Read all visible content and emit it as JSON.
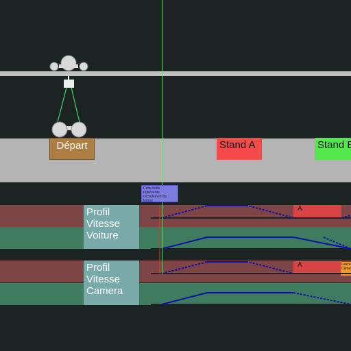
{
  "track": {
    "start_label": "Départ",
    "stand_a_label": "Stand A",
    "stand_b_label": "Stand B"
  },
  "tooltip": {
    "text": "Cette boîte représente l'écoulement du temps"
  },
  "profiles": [
    {
      "label_line1": "Profil",
      "label_line2": "Vitesse",
      "label_line3": "Voiture",
      "marker_label": "A"
    },
    {
      "label_line1": "Profil",
      "label_line2": "Vitesse",
      "label_line3": "Camera",
      "marker_label": "A"
    }
  ],
  "camera_orange_marker": "Lance Camera",
  "colors": {
    "background": "#1b2423",
    "rail": "#c0c0c0",
    "track": "#b4b4b4",
    "depart": "#ae7f45",
    "stand_a": "#f54a4a",
    "stand_b": "#55e84c",
    "lane_red": "#7d4545",
    "lane_green": "#3e7b5f",
    "label_panel": "#7aa9a9",
    "profile_line": "#0e0ea8",
    "playhead": "#6fd26f"
  }
}
